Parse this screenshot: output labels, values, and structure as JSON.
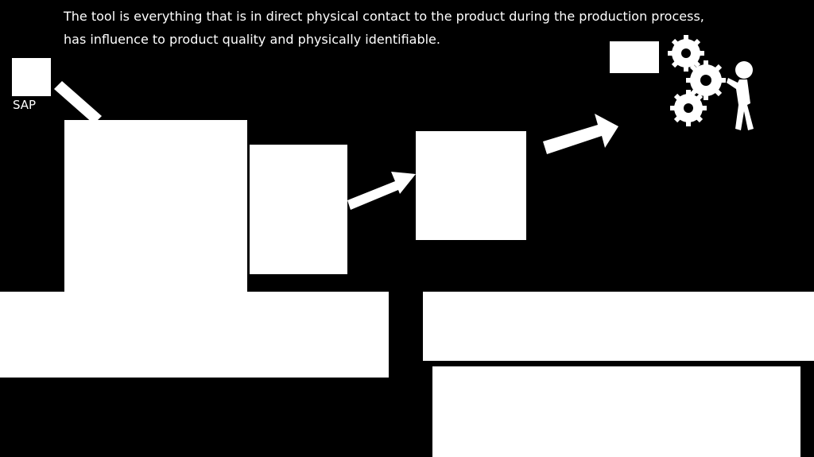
{
  "description": {
    "line1": "The tool is everything that is in direct physical contact to the product during the production process,",
    "line2": "has influence to product quality and physically identifiable."
  },
  "sap": {
    "label": "SAP"
  },
  "icons": [
    "gears-icon",
    "stick-figure-icon"
  ],
  "colors": {
    "background": "#000000",
    "foreground": "#ffffff"
  }
}
